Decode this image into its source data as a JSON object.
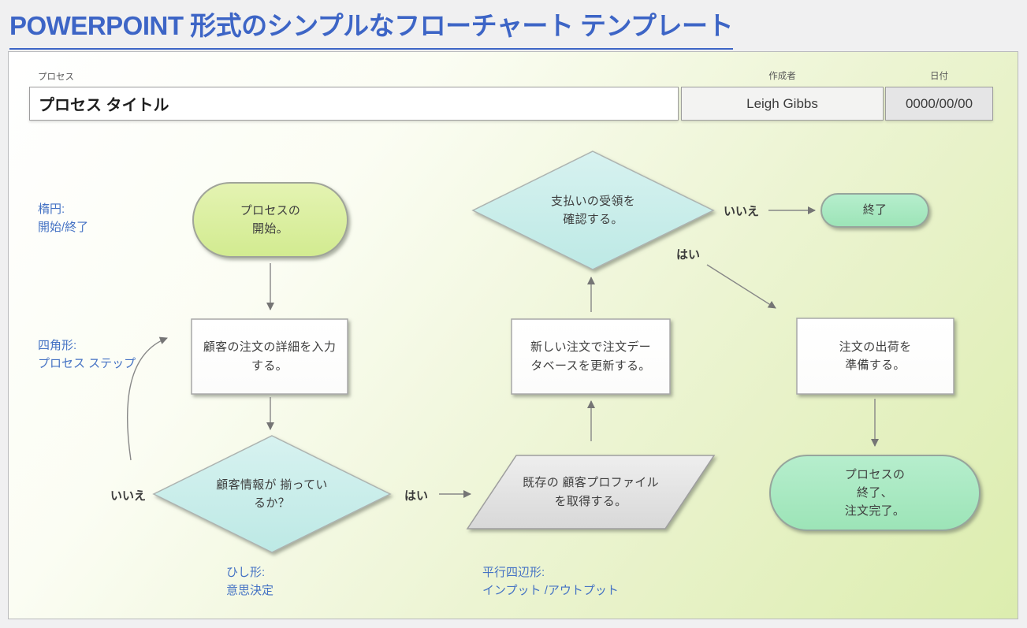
{
  "page_title": "POWERPOINT 形式のシンプルなフローチャート テンプレート",
  "header": {
    "process_label": "プロセス",
    "process_title": "プロセス タイトル",
    "author_label": "作成者",
    "author_value": "Leigh Gibbs",
    "date_label": "日付",
    "date_value": "0000/00/00"
  },
  "flow": {
    "nodes": {
      "start": "プロセスの\n開始。",
      "enter_order": "顧客の注文の詳細を入力\nする。",
      "check_info": "顧客情報が 揃ってい\nるか？",
      "get_profile": "既存の 顧客プロファイル\nを取得する。",
      "update_db": "新しい注文で注文デー\nタベースを更新する。",
      "confirm_payment": "支払いの受領を\n確認する。",
      "end": "終了",
      "prepare_shipment": "注文の出荷を\n準備する。",
      "done": "プロセスの\n終了、\n注文完了。"
    },
    "edge_labels": {
      "no_loop": "いいえ",
      "yes_profile": "はい",
      "no_end": "いいえ",
      "yes_ship": "はい"
    }
  },
  "legend": {
    "ellipse": "楕円:\n開始/終了",
    "rectangle": "四角形:\nプロセス ステップ",
    "diamond": "ひし形:\n意思決定",
    "parallelogram": "平行四辺形:\nインプット /アウトプット"
  },
  "colors": {
    "title_blue": "#3D65C6",
    "legend_blue": "#4472C4",
    "start_shape_green": "#D8ED99",
    "decision_cyan": "#C9EDEA",
    "terminal_mint": "#A7E9C2",
    "io_parallelogram_gray": "#E3E3E3",
    "process_box_white": "#FFFFFF",
    "connector_gray": "#808080",
    "panel_gradient_green": "#DDEDAF"
  }
}
